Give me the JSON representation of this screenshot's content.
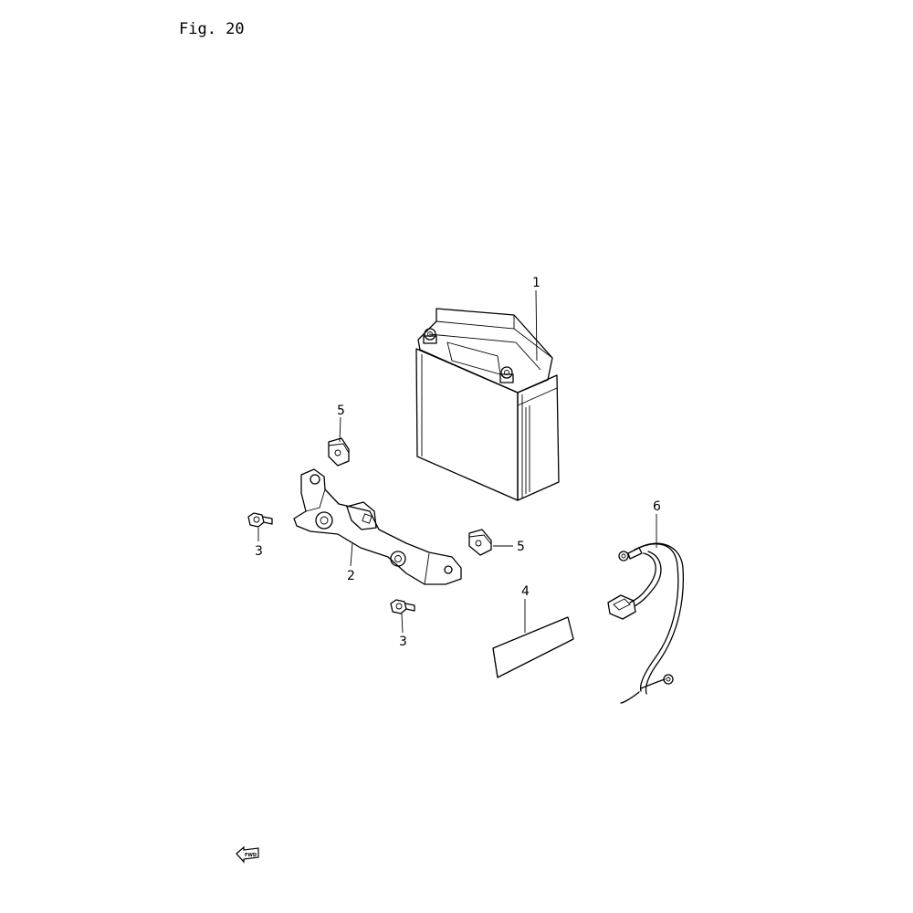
{
  "figure": {
    "title": "Fig. 20"
  },
  "callouts": [
    {
      "id": "c1",
      "label": "1"
    },
    {
      "id": "c2",
      "label": "2"
    },
    {
      "id": "c3a",
      "label": "3"
    },
    {
      "id": "c3b",
      "label": "3"
    },
    {
      "id": "c4",
      "label": "4"
    },
    {
      "id": "c5a",
      "label": "5"
    },
    {
      "id": "c5b",
      "label": "5"
    },
    {
      "id": "c6",
      "label": "6"
    }
  ],
  "fwd_marker": {
    "text": "FWD",
    "icon": "fwd-arrow-icon"
  }
}
